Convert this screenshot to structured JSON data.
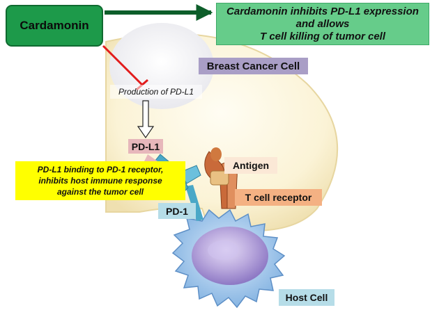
{
  "labels": {
    "cardamonin": "Cardamonin",
    "effect": [
      "Cardamonin inhibits PD-L1 expression",
      "and allows",
      "T cell killing of tumor cell"
    ],
    "breast_cancer_cell": "Breast Cancer Cell",
    "production": "Production of PD-L1",
    "pd_l1": "PD-L1",
    "antigen": "Antigen",
    "binding_note": [
      "PD-L1 binding to PD-1 receptor,",
      "inhibits host immune response",
      "against the tumor cell"
    ],
    "pd_1": "PD-1",
    "tcell_receptor": "T cell receptor",
    "host_cell": "Host Cell"
  },
  "colors": {
    "cardamonin_box": "#1d9a4a",
    "effect_box": "#66cc8a",
    "inhibition_line": "#e21b1b",
    "breast_cell": "#fbf3d6",
    "pd1_receptor": "#4aa8c7",
    "tcell_receptor": "#c96a3a",
    "host_cell": "#9fc4ea",
    "nucleus": "#b9a8dd",
    "note_box": "#ffff00"
  }
}
